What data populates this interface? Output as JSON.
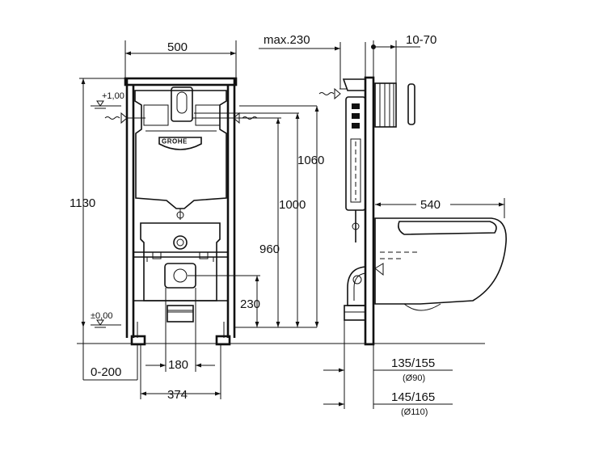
{
  "brand": "GROHE",
  "front": {
    "width": "500",
    "height": "1130",
    "level_top": "+1,00",
    "level_zero": "±0,00",
    "pipe_height": "230",
    "bolt_spacing": "180",
    "feet_spacing": "374",
    "feet_adjust": "0-200",
    "heights": [
      "960",
      "1000",
      "1060"
    ]
  },
  "side": {
    "max_depth": "max.230",
    "wall_offset": "10-70",
    "bowl_length": "540",
    "drain_small": "135/155",
    "drain_small_dia": "(Ø90)",
    "drain_large": "145/165",
    "drain_large_dia": "(Ø110)"
  }
}
